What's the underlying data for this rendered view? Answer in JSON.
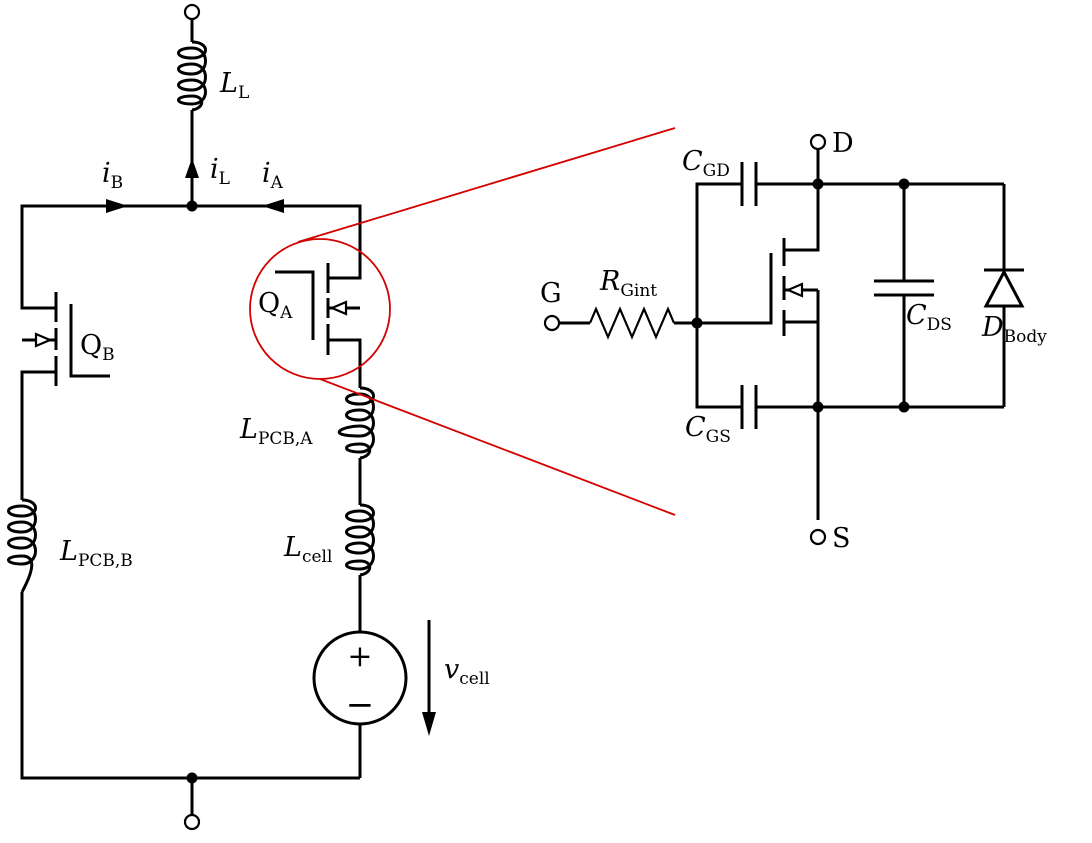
{
  "circuit": {
    "LL": {
      "main": "L",
      "sub": "L"
    },
    "iB": {
      "main": "i",
      "sub": "B"
    },
    "iL": {
      "main": "i",
      "sub": "L"
    },
    "iA": {
      "main": "i",
      "sub": "A"
    },
    "QA": {
      "main": "Q",
      "sub": "A"
    },
    "QB": {
      "main": "Q",
      "sub": "B"
    },
    "LPCBA": {
      "main": "L",
      "sub": "PCB,A"
    },
    "LPCBB": {
      "main": "L",
      "sub": "PCB,B"
    },
    "Lcell": {
      "main": "L",
      "sub": "cell"
    },
    "vcell": {
      "main": "v",
      "sub": "cell"
    },
    "plus": "+",
    "minus": "−"
  },
  "mosfet_model": {
    "D": "D",
    "G": "G",
    "S": "S",
    "CGD": {
      "main": "C",
      "sub": "GD"
    },
    "CGS": {
      "main": "C",
      "sub": "GS"
    },
    "CDS": {
      "main": "C",
      "sub": "DS"
    },
    "RGint": {
      "main": "R",
      "sub": "Gint"
    },
    "DBody": {
      "main": "D",
      "sub": "Body"
    }
  },
  "colors": {
    "wire": "#000000",
    "zoom_callout": "#d40000"
  }
}
